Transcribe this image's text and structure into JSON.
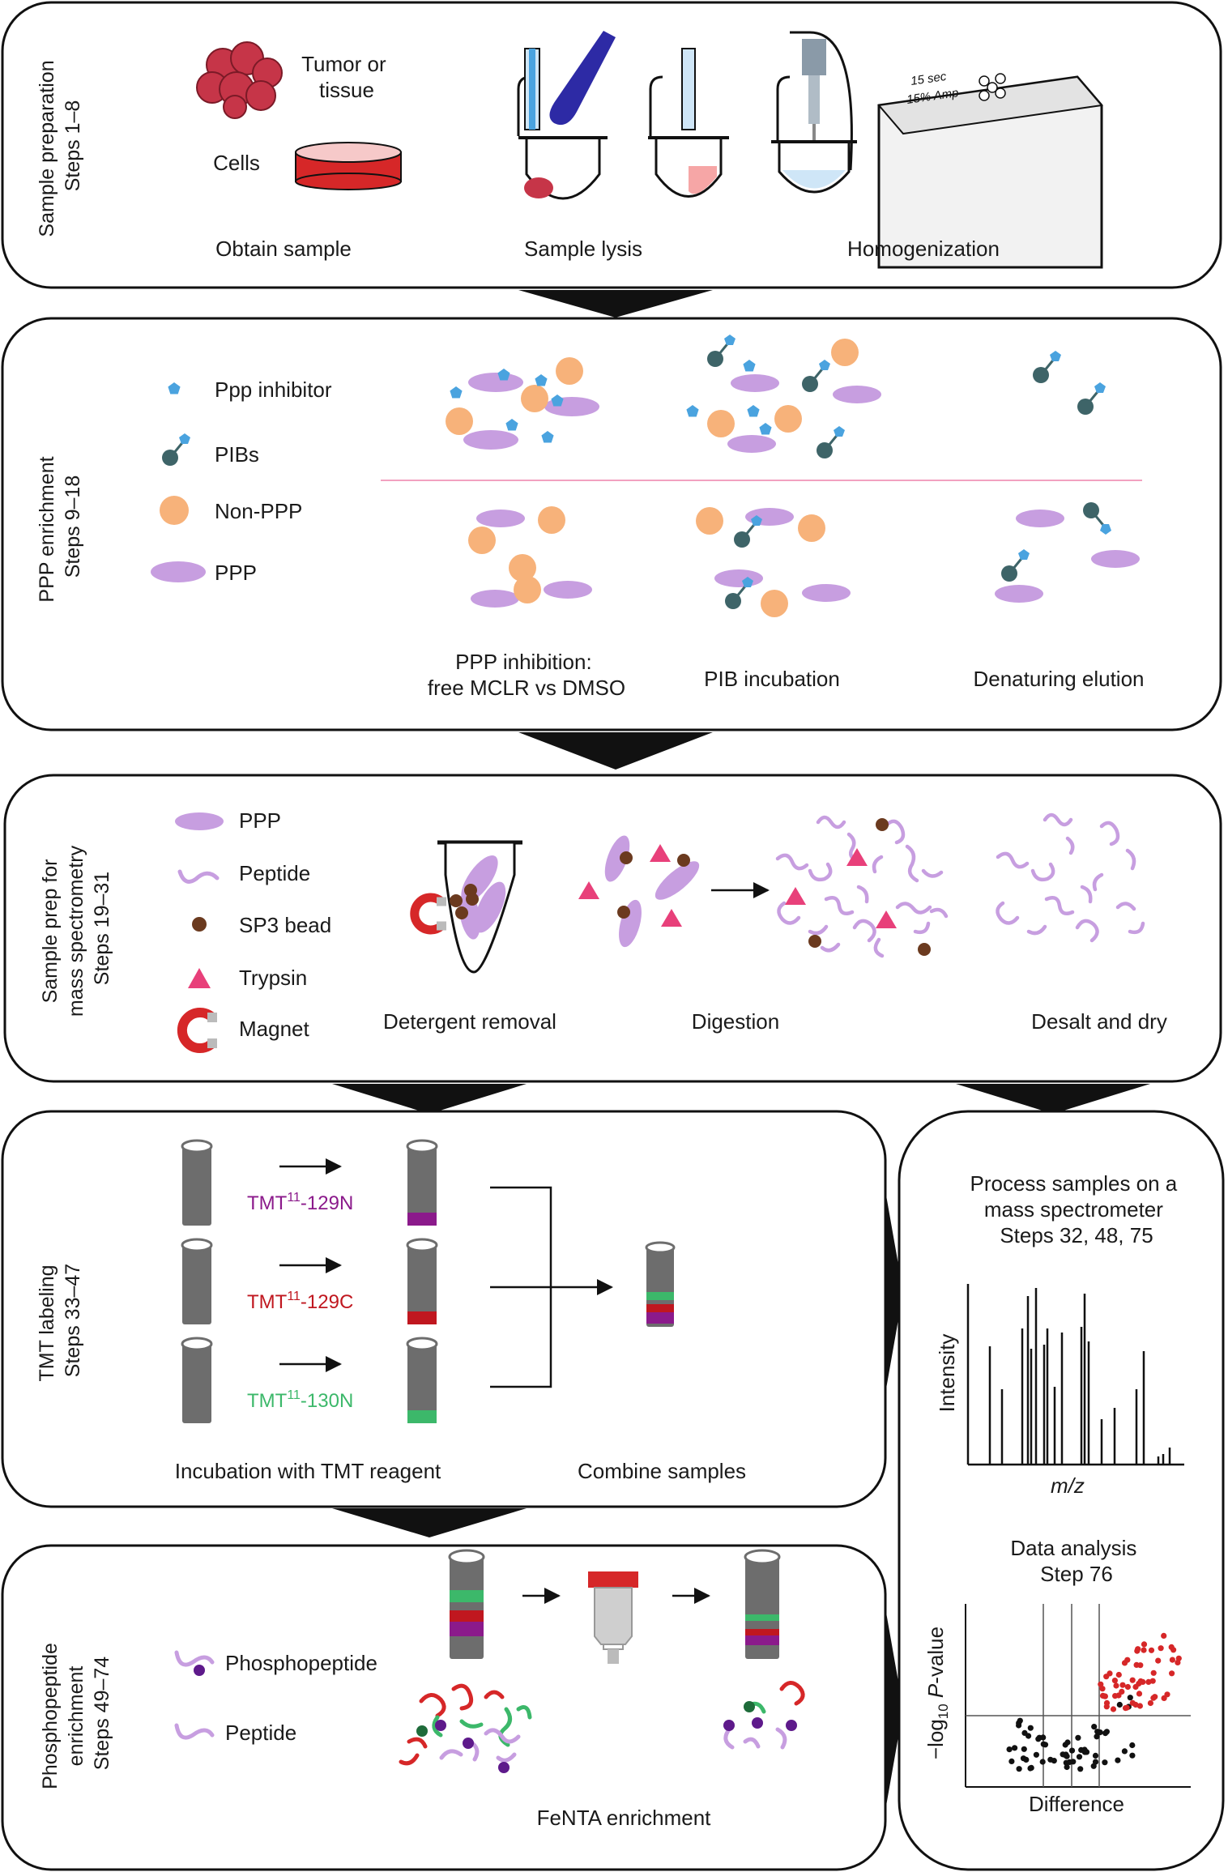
{
  "panels": {
    "sample_prep": {
      "side_label": [
        "Sample preparation",
        "Steps 1–8"
      ],
      "tumor_label": [
        "Tumor or",
        "tissue"
      ],
      "cells_label": "Cells",
      "steps": [
        "Obtain sample",
        "Sample lysis",
        "Homogenization"
      ],
      "sonicator_display": [
        "15 sec",
        "15% Amp"
      ]
    },
    "ppp_enrichment": {
      "side_label": [
        "PPP enrichment",
        "Steps 9–18"
      ],
      "legend": [
        "Ppp inhibitor",
        "PIBs",
        "Non-PPP",
        "PPP"
      ],
      "steps": [
        [
          "PPP inhibition:",
          "free MCLR vs DMSO"
        ],
        [
          "PIB incubation"
        ],
        [
          "Denaturing elution"
        ]
      ]
    },
    "ms_prep": {
      "side_label": [
        "Sample prep for",
        "mass spectrometry",
        "Steps 19–31"
      ],
      "legend": [
        "PPP",
        "Peptide",
        "SP3 bead",
        "Trypsin",
        "Magnet"
      ],
      "steps": [
        "Detergent removal",
        "Digestion",
        "Desalt and dry"
      ]
    },
    "tmt": {
      "side_label": [
        "TMT labeling",
        "Steps 33–47"
      ],
      "reagent_prefix": "TMT",
      "reagent_sup": "11",
      "reagents": [
        {
          "suffix": "-129N",
          "color": "#8b1a8b"
        },
        {
          "suffix": "-129C",
          "color": "#c0171f"
        },
        {
          "suffix": "-130N",
          "color": "#3cb86a"
        }
      ],
      "steps": [
        "Incubation with TMT reagent",
        "Combine samples"
      ]
    },
    "phospho": {
      "side_label": [
        "Phosphopeptide",
        "enrichment",
        "Steps 49–74"
      ],
      "legend": [
        "Phosphopeptide",
        "Peptide"
      ],
      "step": "FeNTA enrichment"
    },
    "ms_run": {
      "title": [
        "Process samples on a",
        "mass spectrometer",
        "Steps 32, 48, 75"
      ],
      "spectrum_ylabel": "Intensity",
      "spectrum_xlabel": "m/z",
      "analysis_title": [
        "Data analysis",
        "Step 76"
      ],
      "volcano_ylabel_prefix": "−log",
      "volcano_ylabel_sub": "10",
      "volcano_ylabel_italic": "P",
      "volcano_ylabel_suffix": "-value",
      "volcano_xlabel": "Difference"
    }
  },
  "colors": {
    "ppp": "#c79ee0",
    "non_ppp": "#f7b27a",
    "inhibitor": "#4aa3df",
    "pib_bead": "#3e6468",
    "sp3_bead": "#6b3a1f",
    "trypsin": "#e8407a",
    "magnet": "#d62728",
    "tube": "#6d6d6d",
    "sig_red": "#d62728"
  },
  "icons": [
    "tumor-icon",
    "petri-dish-icon",
    "pipette-icon",
    "pestle-icon",
    "tube-icon",
    "sonicator-icon",
    "magnet-icon",
    "column-icon"
  ]
}
